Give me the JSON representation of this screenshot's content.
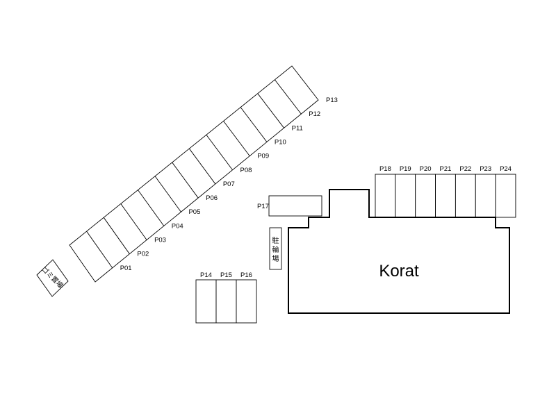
{
  "diagonal_spaces": [
    "P01",
    "P02",
    "P03",
    "P04",
    "P05",
    "P06",
    "P07",
    "P08",
    "P09",
    "P10",
    "P11",
    "P12",
    "P13"
  ],
  "bottom_spaces": [
    "P14",
    "P15",
    "P16"
  ],
  "p17": "P17",
  "top_row_spaces": [
    "P18",
    "P19",
    "P20",
    "P21",
    "P22",
    "P23",
    "P24"
  ],
  "garbage_area": "ゴミ置場",
  "bicycle_parking": [
    "駐",
    "輪",
    "場"
  ],
  "building_name": "Korat"
}
